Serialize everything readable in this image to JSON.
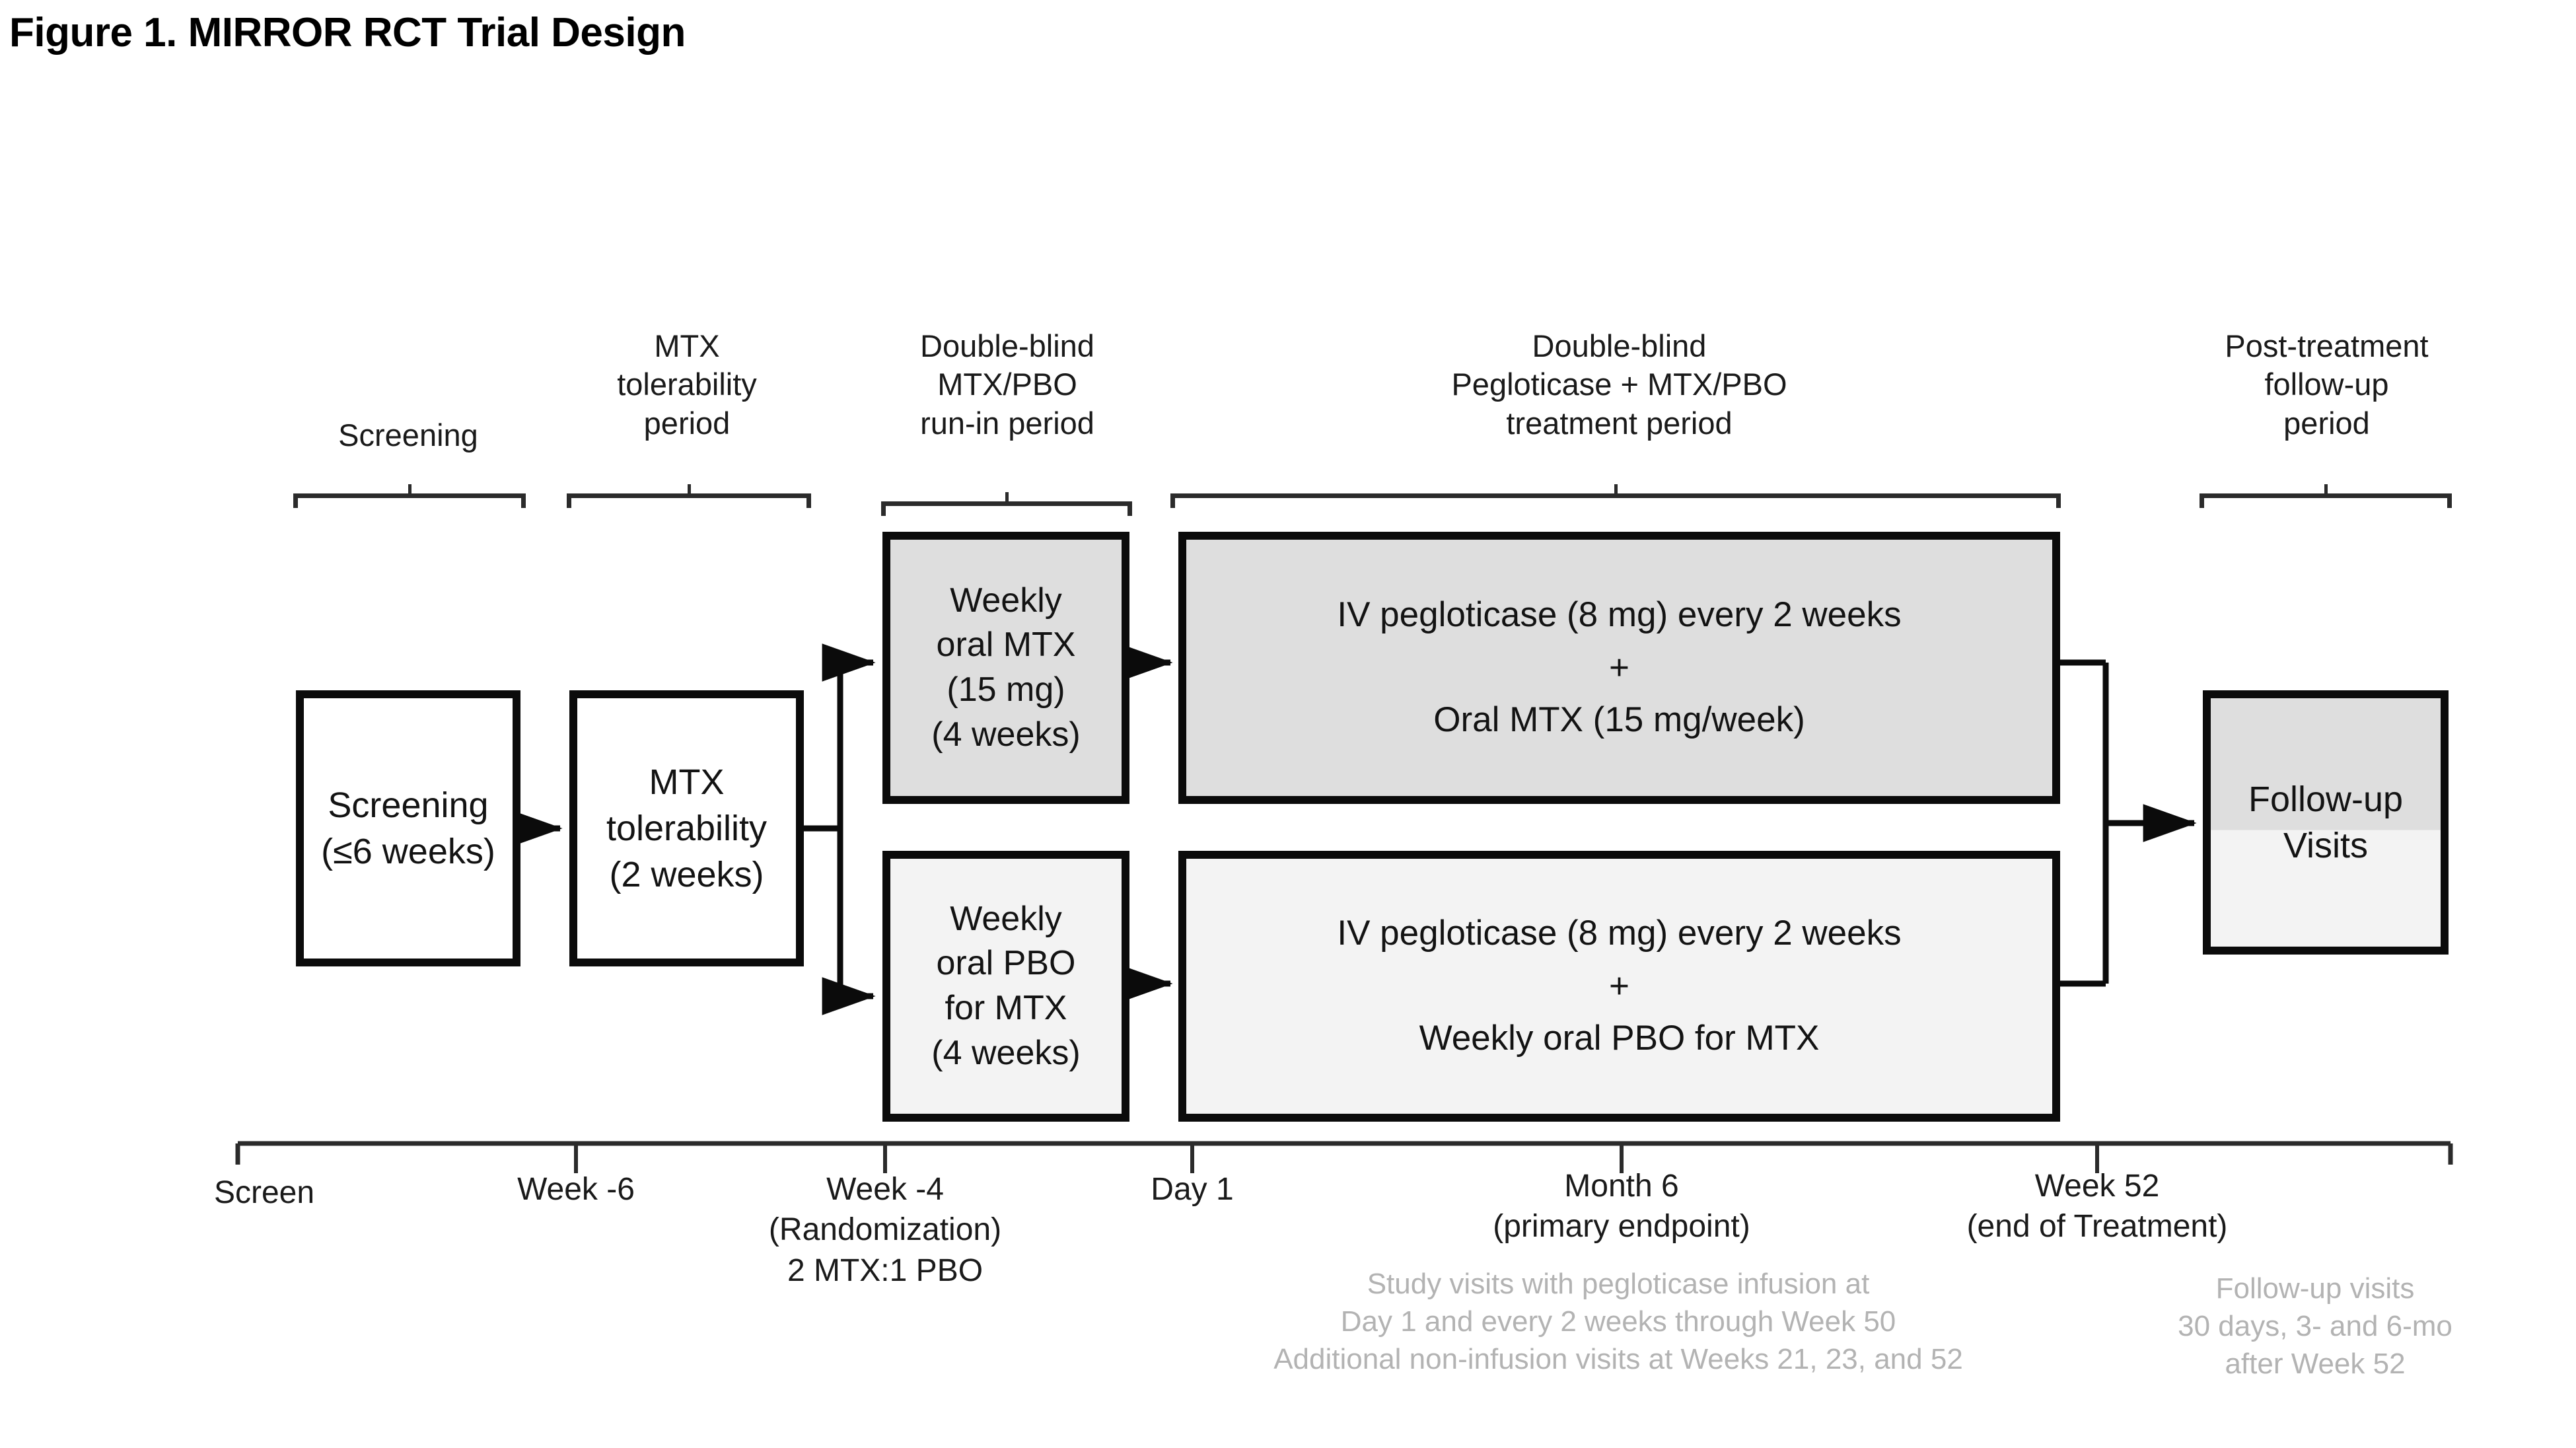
{
  "figure": {
    "title": "Figure 1. MIRROR RCT Trial Design"
  },
  "period_headers": [
    {
      "id": "screening",
      "lines": [
        "Screening"
      ]
    },
    {
      "id": "mtx-tolerability",
      "lines": [
        "MTX",
        "tolerability",
        "period"
      ]
    },
    {
      "id": "run-in",
      "lines": [
        "Double-blind",
        "MTX/PBO",
        "run-in period"
      ]
    },
    {
      "id": "treatment",
      "lines": [
        "Double-blind",
        "Pegloticase + MTX/PBO",
        "treatment period"
      ]
    },
    {
      "id": "post-treatment",
      "lines": [
        "Post-treatment",
        "follow-up",
        "period"
      ]
    }
  ],
  "boxes": {
    "screening": {
      "lines": [
        "Screening",
        "(≤6 weeks)"
      ],
      "fill": "#ffffff"
    },
    "mtx_tolerability": {
      "lines": [
        "MTX",
        "tolerability",
        "(2 weeks)"
      ],
      "fill": "#ffffff"
    },
    "runin_mtx": {
      "lines": [
        "Weekly",
        "oral MTX",
        "(15 mg)",
        "(4 weeks)"
      ],
      "fill": "#dedede"
    },
    "runin_pbo": {
      "lines": [
        "Weekly",
        "oral PBO",
        "for MTX",
        "(4 weeks)"
      ],
      "fill": "#f3f3f3"
    },
    "treatment_mtx": {
      "line1": "IV pegloticase (8 mg) every 2 weeks",
      "plus": "+",
      "line2": "Oral MTX (15 mg/week)",
      "fill": "#dedede"
    },
    "treatment_pbo": {
      "line1": "IV pegloticase (8 mg) every 2 weeks",
      "plus": "+",
      "line2": "Weekly oral PBO for MTX",
      "fill": "#f3f3f3"
    },
    "followup": {
      "lines": [
        "Follow-up",
        "Visits"
      ],
      "fill": "#dedede"
    }
  },
  "timeline": {
    "ticks": [
      {
        "id": "screen",
        "lines": [
          "Screen"
        ]
      },
      {
        "id": "week-6",
        "lines": [
          "Week -6"
        ]
      },
      {
        "id": "week-4",
        "lines": [
          "Week -4",
          "(Randomization)",
          "2 MTX:1 PBO"
        ]
      },
      {
        "id": "day-1",
        "lines": [
          "Day 1"
        ]
      },
      {
        "id": "month-6",
        "lines": [
          "Month 6",
          "(primary endpoint)"
        ]
      },
      {
        "id": "week-52",
        "lines": [
          "Week 52",
          "(end of Treatment)"
        ]
      }
    ]
  },
  "notes": {
    "visits": [
      "Study visits with pegloticase infusion at",
      "Day 1 and every 2 weeks through Week 50",
      "Additional non-infusion visits at Weeks 21, 23, and 52"
    ],
    "followup": [
      "Follow-up visits",
      "30 days, 3- and 6-mo",
      "after Week 52"
    ],
    "color": "#b3b3b3"
  },
  "colors": {
    "ink": "#111111",
    "box_border": "#0b0b0b",
    "fill_dark": "#dedede",
    "fill_light": "#f3f3f3",
    "note_gray": "#b3b3b3",
    "rule": "#2b2b2b"
  }
}
